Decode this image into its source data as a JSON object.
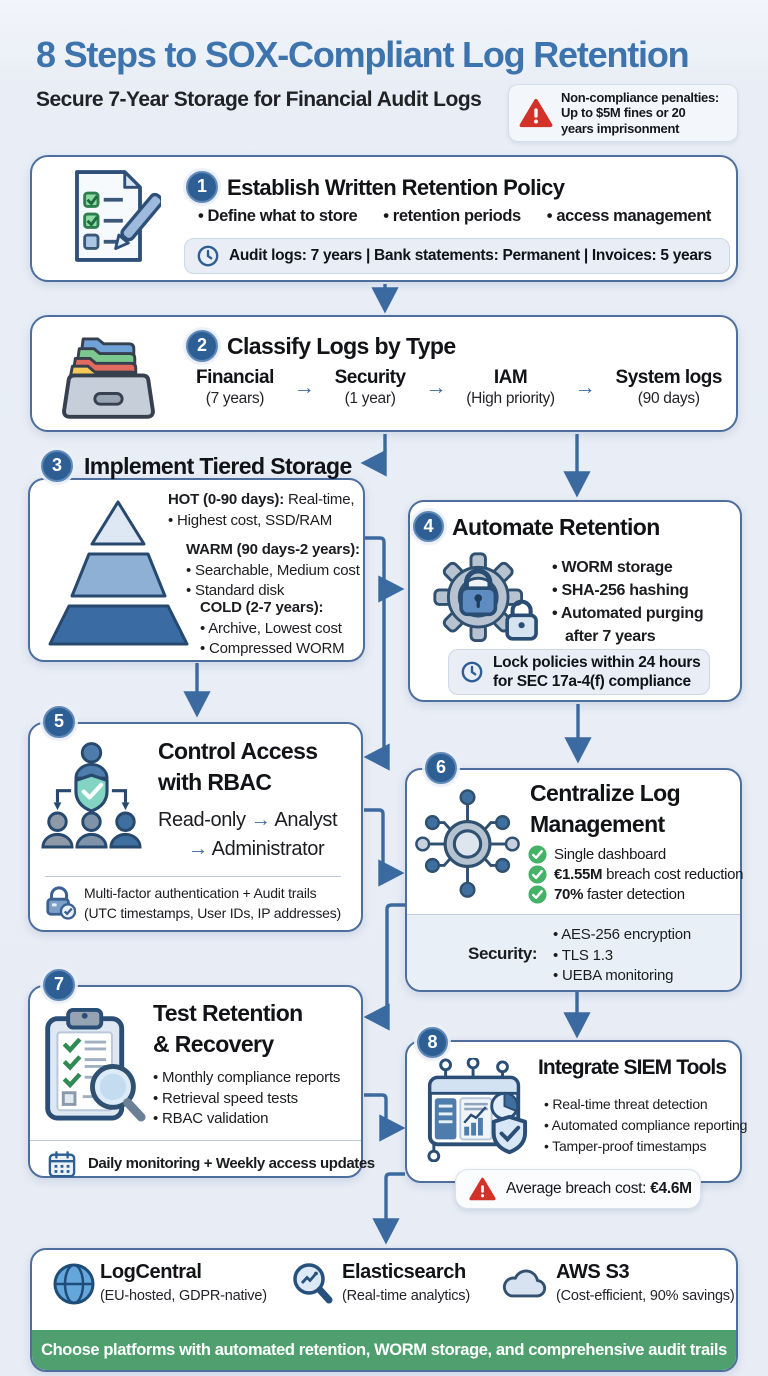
{
  "colors": {
    "accent": "#3b6aa0",
    "badge": "#2d5f95",
    "title_blue": "#3e74ae",
    "banner_green": "#4fa06e",
    "check_green": "#46b268",
    "alert_red": "#d23228"
  },
  "header": {
    "title": "8 Steps to SOX-Compliant Log Retention",
    "subtitle": "Secure 7-Year Storage for Financial Audit Logs",
    "warning_lines": [
      "Non-compliance penalties:",
      "Up to $5M fines or 20",
      "years imprisonment"
    ]
  },
  "step1": {
    "num": "1",
    "title": "Establish Written Retention Policy",
    "bullets": [
      "• Define what to store",
      "• retention periods",
      "• access management"
    ],
    "pill": "Audit logs: 7 years | Bank statements: Permanent | Invoices: 5 years"
  },
  "step2": {
    "num": "2",
    "title": "Classify Logs by Type",
    "arrow": "→",
    "items": [
      {
        "name": "Financial",
        "sub": "(7 years)"
      },
      {
        "name": "Security",
        "sub": "(1 year)"
      },
      {
        "name": "IAM",
        "sub": "(High priority)"
      },
      {
        "name": "System logs",
        "sub": "(90 days)"
      }
    ]
  },
  "step3": {
    "num": "3",
    "title": "Implement Tiered Storage",
    "hot_head": "HOT (0-90 days):",
    "hot_tail": " Real-time,",
    "hot_line2": "• Highest cost, SSD/RAM",
    "warm_head": "WARM (90 days-2 years):",
    "warm_lines": [
      "• Searchable, Medium cost",
      "• Standard disk"
    ],
    "cold_head": "COLD (2-7 years):",
    "cold_lines": [
      "• Archive, Lowest cost",
      "• Compressed WORM"
    ]
  },
  "step4": {
    "num": "4",
    "title": "Automate Retention",
    "bullets": [
      "• WORM storage",
      "• SHA-256 hashing",
      "• Automated purging",
      "after 7 years"
    ],
    "pill_lines": [
      "Lock policies within 24 hours",
      "for SEC 17a-4(f) compliance"
    ]
  },
  "step5": {
    "num": "5",
    "title_lines": [
      "Control Access",
      "with RBAC"
    ],
    "arrow": "→",
    "roles": [
      "Read-only",
      "Analyst",
      "Administrator"
    ],
    "mfa_lines": [
      "Multi-factor authentication + Audit trails",
      "(UTC timestamps, User IDs, IP addresses)"
    ]
  },
  "step6": {
    "num": "6",
    "title_lines": [
      "Centralize Log",
      "Management"
    ],
    "checks": [
      {
        "bold": "",
        "text": "Single dashboard"
      },
      {
        "bold": "€1.55M",
        "text": " breach cost reduction"
      },
      {
        "bold": "70%",
        "text": " faster detection"
      }
    ],
    "security_label": "Security:",
    "security_items": [
      "• AES-256 encryption",
      "• TLS 1.3",
      "• UEBA monitoring"
    ]
  },
  "step7": {
    "num": "7",
    "title_lines": [
      "Test Retention",
      "& Recovery"
    ],
    "bullets": [
      "• Monthly compliance reports",
      "• Retrieval speed tests",
      "• RBAC validation"
    ],
    "footer": "Daily monitoring + Weekly access updates"
  },
  "step8": {
    "num": "8",
    "title": "Integrate SIEM Tools",
    "bullets": [
      "• Real-time threat detection",
      "• Automated compliance reporting",
      "• Tamper-proof timestamps"
    ],
    "pill_text": "Average breach cost: ",
    "pill_bold": "€4.6M"
  },
  "footer": {
    "platforms": [
      {
        "name": "LogCentral",
        "sub": "(EU-hosted, GDPR-native)"
      },
      {
        "name": "Elasticsearch",
        "sub": "(Real-time analytics)"
      },
      {
        "name": "AWS S3",
        "sub": "(Cost-efficient, 90% savings)"
      }
    ],
    "banner": "Choose platforms with automated retention, WORM storage, and comprehensive audit trails"
  }
}
